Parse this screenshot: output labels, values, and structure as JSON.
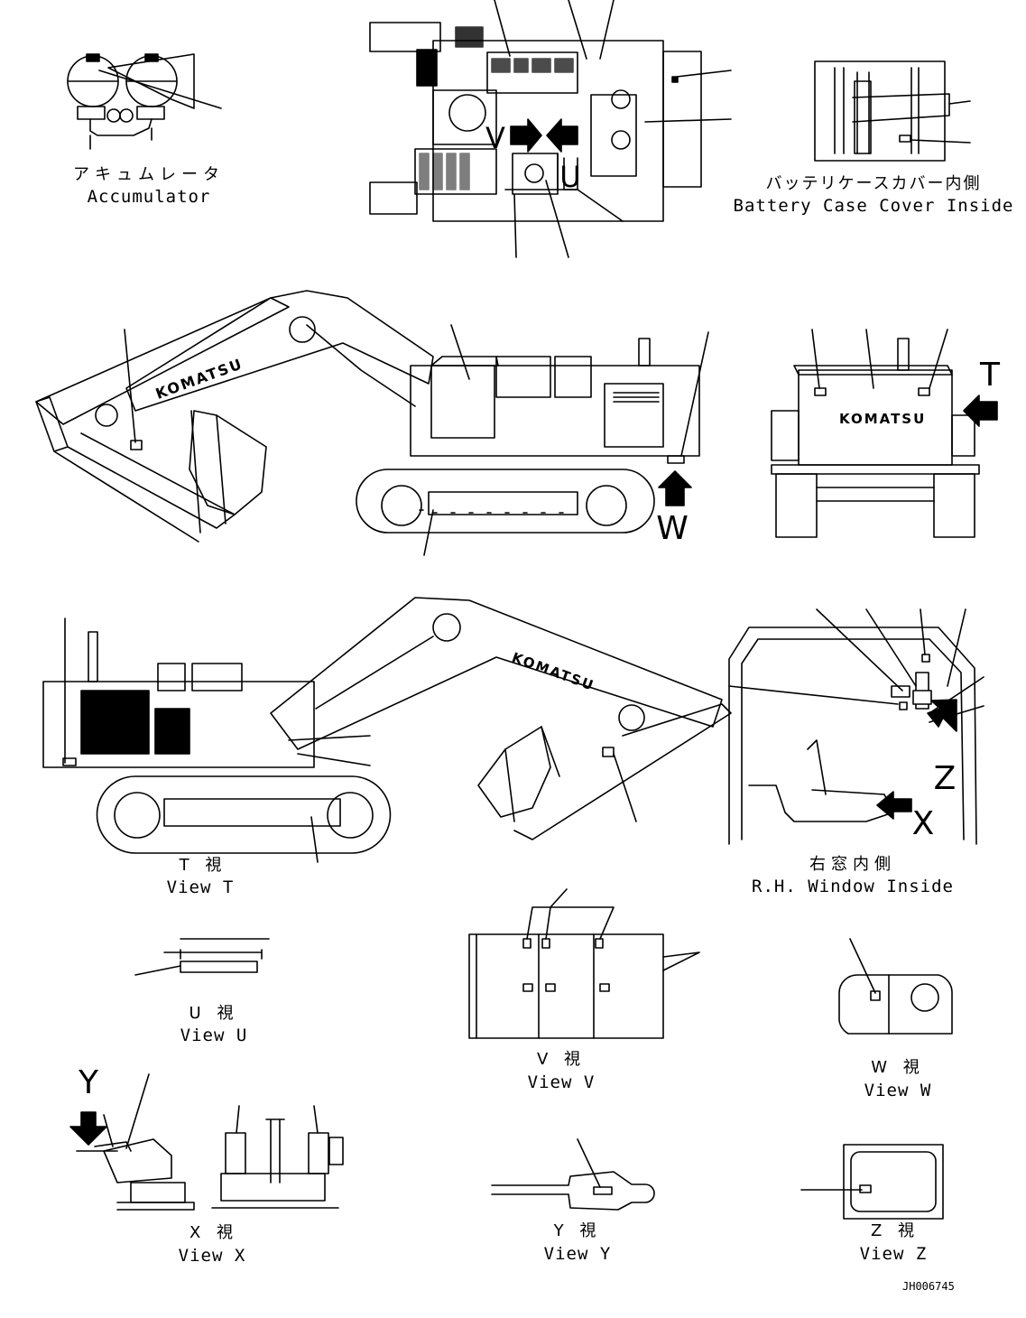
{
  "views": {
    "accumulator": {
      "jp": "アキュムレータ",
      "en": "Accumulator"
    },
    "battery_cover": {
      "jp": "バッテリケースカバー内側",
      "en": "Battery Case Cover Inside"
    },
    "view_t": {
      "jp": "T 視",
      "en": "View T"
    },
    "rh_window": {
      "jp": "右窓内側",
      "en": "R.H. Window Inside"
    },
    "view_u": {
      "jp": "U 視",
      "en": "View U"
    },
    "view_v": {
      "jp": "V 視",
      "en": "View V"
    },
    "view_w": {
      "jp": "W 視",
      "en": "View W"
    },
    "view_x": {
      "jp": "X 視",
      "en": "View X"
    },
    "view_y": {
      "jp": "Y 視",
      "en": "View Y"
    },
    "view_z": {
      "jp": "Z 視",
      "en": "View Z"
    }
  },
  "callouts": {
    "v": "V",
    "u": "U",
    "t": "T",
    "w": "W",
    "z": "Z",
    "x": "X",
    "y": "Y"
  },
  "brand": {
    "name": "KOMATSU"
  },
  "drawing_code": "JH006745"
}
